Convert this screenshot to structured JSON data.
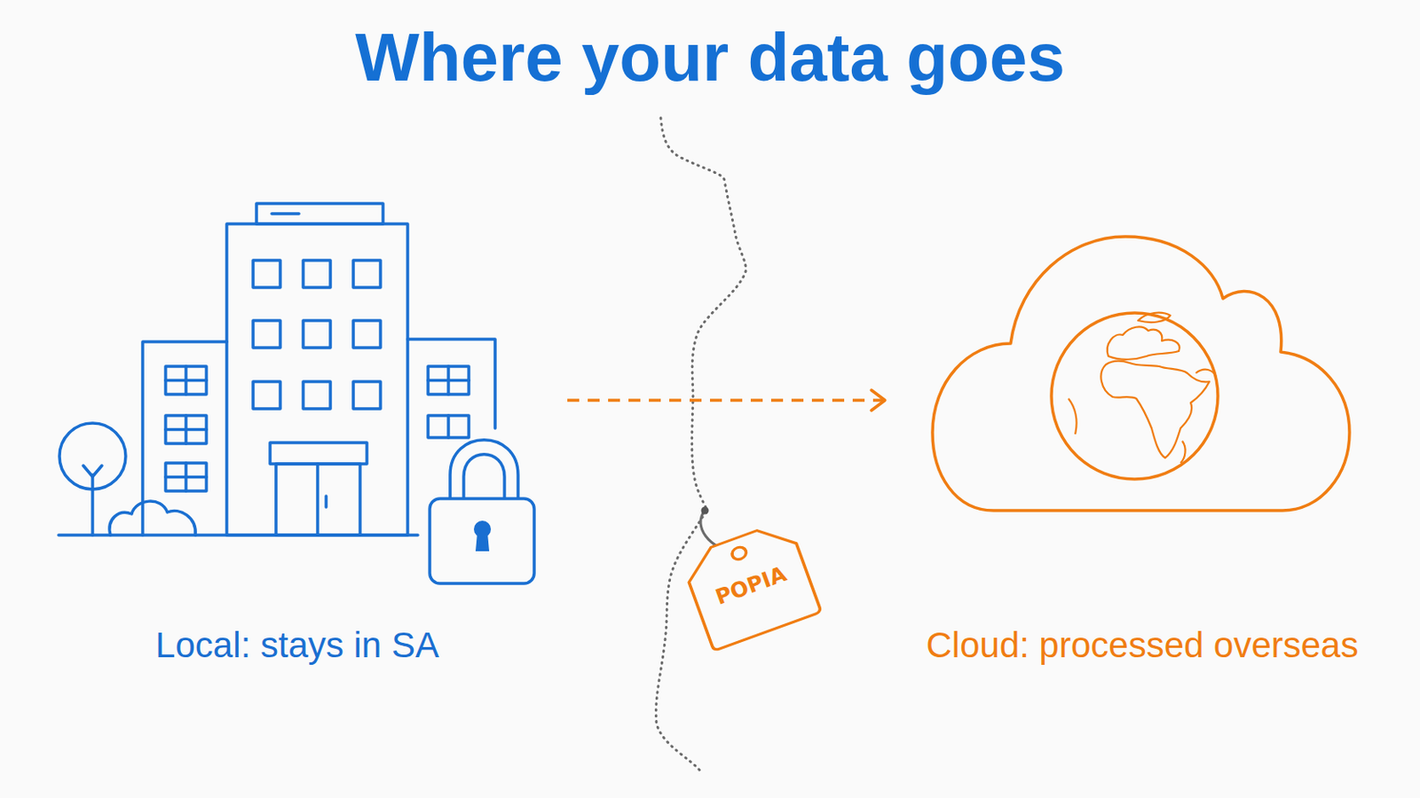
{
  "diagram": {
    "title": "Where your data goes",
    "nodes": [
      {
        "text": [
          "Local: stays in SA"
        ]
      },
      {
        "text": [
          "POPIA"
        ]
      },
      {
        "text": [
          "Cloud: processed overseas"
        ]
      }
    ],
    "edges": [
      {
        "from": 0,
        "to": 2,
        "arrow": "to"
      }
    ]
  }
}
